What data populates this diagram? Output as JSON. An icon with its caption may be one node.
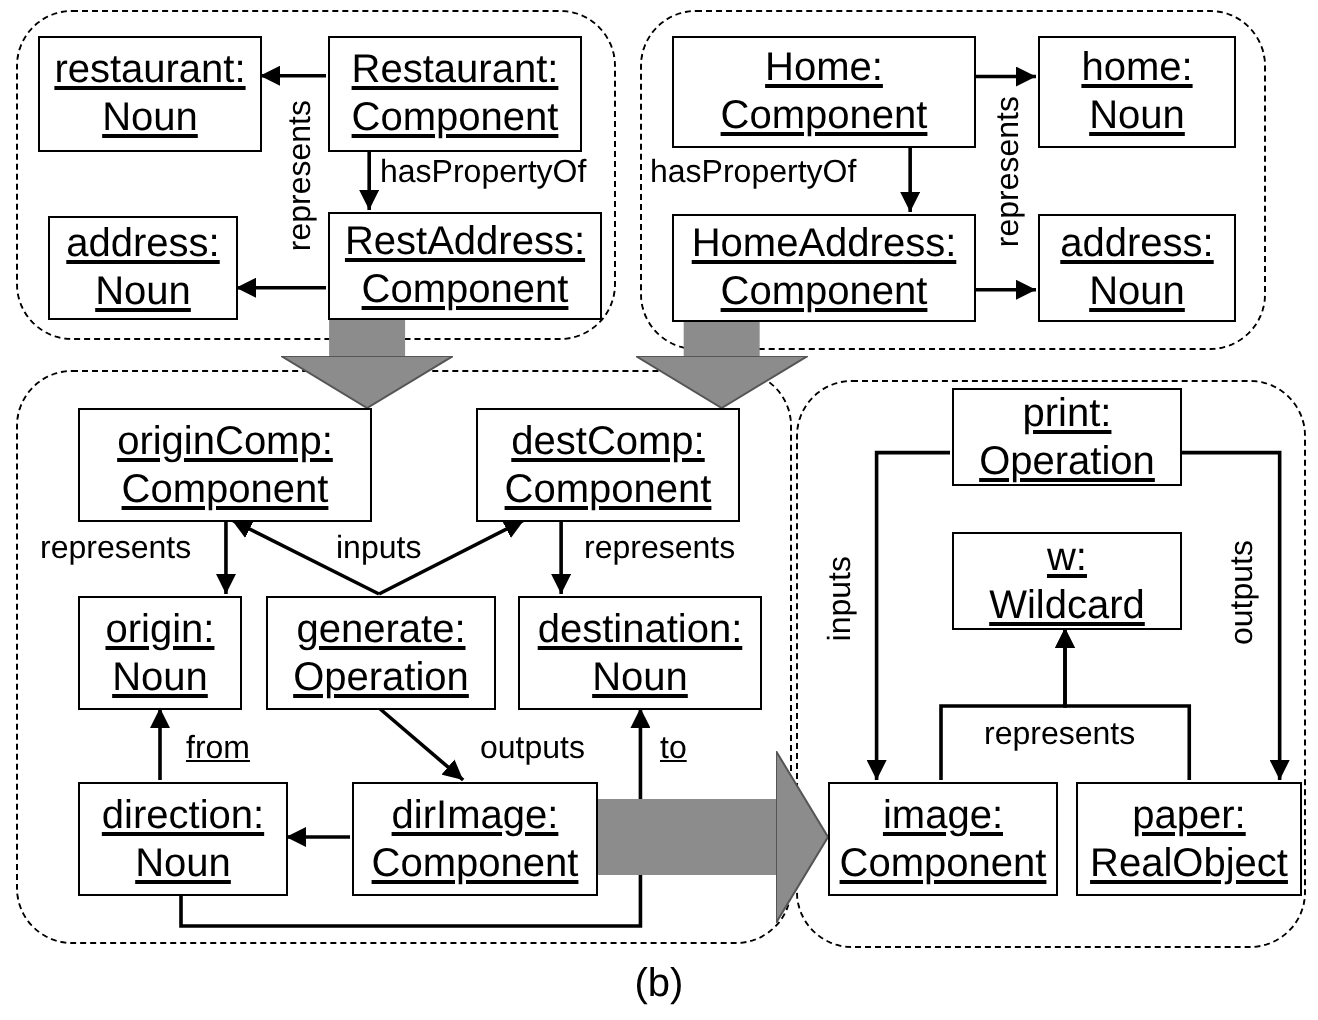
{
  "diagram": {
    "caption": "(b)",
    "nodes": [
      {
        "text": [],
        "shape": "box"
      },
      {
        "text": [
          "restaurant: Noun"
        ],
        "in": 0
      },
      {
        "text": [
          "Restaurant: Component"
        ],
        "in": 0
      },
      {
        "text": [
          "address: Noun"
        ],
        "in": 0
      },
      {
        "text": [
          "RestAddress: Component"
        ],
        "in": 0
      },
      {
        "text": [],
        "shape": "box"
      },
      {
        "text": [
          "Home: Component"
        ],
        "in": 5
      },
      {
        "text": [
          "home: Noun"
        ],
        "in": 5
      },
      {
        "text": [
          "HomeAddress: Component"
        ],
        "in": 5
      },
      {
        "text": [
          "address: Noun"
        ],
        "in": 5
      },
      {
        "text": [],
        "shape": "box"
      },
      {
        "text": [
          "originComp: Component"
        ],
        "in": 10
      },
      {
        "text": [
          "destComp: Component"
        ],
        "in": 10
      },
      {
        "text": [
          "origin: Noun"
        ],
        "in": 10
      },
      {
        "text": [
          "generate: Operation"
        ],
        "in": 10
      },
      {
        "text": [
          "destination: Noun"
        ],
        "in": 10
      },
      {
        "text": [
          "direction: Noun"
        ],
        "in": 10
      },
      {
        "text": [
          "dirImage: Component"
        ],
        "in": 10
      },
      {
        "text": [],
        "shape": "box"
      },
      {
        "text": [
          "print: Operation"
        ],
        "in": 18
      },
      {
        "text": [
          "w: Wildcard"
        ],
        "in": 18
      },
      {
        "text": [
          "image: Component"
        ],
        "in": 18
      },
      {
        "text": [
          "paper: RealObject"
        ],
        "in": 18
      }
    ],
    "edges": [
      {
        "from": 2,
        "to": 1,
        "arrow": "to"
      },
      {
        "from": 2,
        "to": 4,
        "arrow": "to",
        "label": "hasPropertyOf"
      },
      {
        "from": 4,
        "to": 3,
        "arrow": "to"
      },
      {
        "from": 6,
        "to": 7,
        "arrow": "to"
      },
      {
        "from": 6,
        "to": 8,
        "arrow": "to",
        "label": "hasPropertyOf"
      },
      {
        "from": 8,
        "to": 9,
        "arrow": "to"
      },
      {
        "from": 4,
        "to": 11,
        "arrow": "to",
        "style": "thick",
        "color": "#8c8c8c"
      },
      {
        "from": 8,
        "to": 12,
        "arrow": "to",
        "style": "thick",
        "color": "#8c8c8c"
      },
      {
        "from": 11,
        "to": 13,
        "arrow": "to",
        "label": "represents"
      },
      {
        "from": 14,
        "to": 11,
        "arrow": "to"
      },
      {
        "from": 14,
        "to": 12,
        "arrow": "to"
      },
      {
        "from": 12,
        "to": 15,
        "arrow": "to",
        "label": "represents"
      },
      {
        "from": 14,
        "to": 17,
        "arrow": "to",
        "label": "outputs"
      },
      {
        "from": 16,
        "to": 13,
        "arrow": "to",
        "label": "from"
      },
      {
        "from": 17,
        "to": 16,
        "arrow": "to"
      },
      {
        "from": 16,
        "to": 15,
        "arrow": "to",
        "label": "to"
      },
      {
        "from": 17,
        "to": 21,
        "arrow": "to",
        "style": "thick",
        "color": "#8c8c8c"
      },
      {
        "from": 19,
        "to": 21,
        "arrow": "to",
        "label": "inputs"
      },
      {
        "from": 19,
        "to": 22,
        "arrow": "to",
        "label": "outputs"
      },
      {
        "from": 21,
        "to": 20,
        "arrow": "to"
      },
      {
        "from": 22,
        "to": 20,
        "arrow": "to"
      }
    ],
    "labels": [
      "represents",
      "represents",
      "inputs",
      "represents"
    ]
  }
}
